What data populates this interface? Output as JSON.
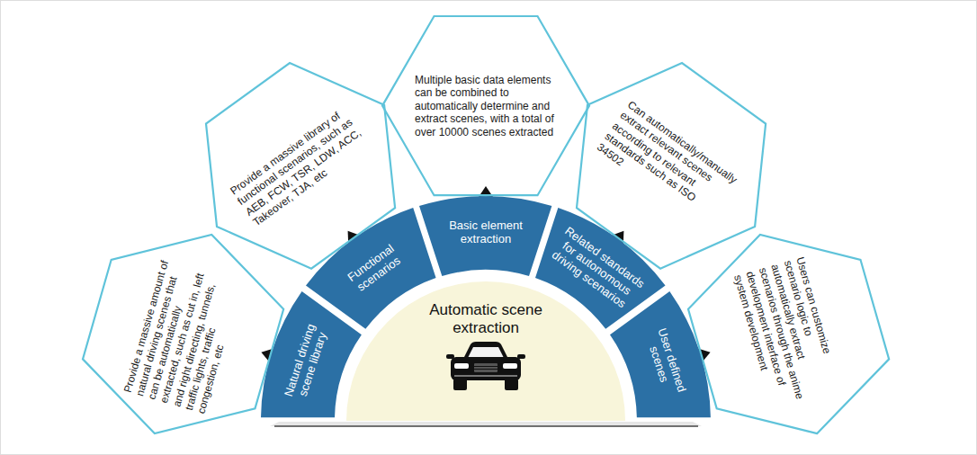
{
  "diagram": {
    "nodes": [
      {
        "text": [
          "Automatic scene extraction"
        ]
      },
      {
        "text": [
          "Natural driving scene library"
        ]
      },
      {
        "text": [
          "Functional scenarios"
        ]
      },
      {
        "text": [
          "Basic element extraction"
        ]
      },
      {
        "text": [
          "Related standards for autonomous driving scenarios"
        ]
      },
      {
        "text": [
          "User defined scenes"
        ]
      },
      {
        "text": [
          "Provide a massive amount of natural driving scenes that can be automatically extracted, such as cut in, left and right directing, tunnels, traffic lights, traffic congestion, etc"
        ]
      },
      {
        "text": [
          "Provide a massive library of functional scenarios, such as AEB, FCW, TSR, LDW, ACC, Takeover, TJA, etc"
        ]
      },
      {
        "text": [
          "Multiple basic data elements can be combined to automatically determine and extract scenes, with a total of over 10000 scenes extracted"
        ]
      },
      {
        "text": [
          "Can automatically/manually extract relevant scenes according to relevant standards such as ISO 34502"
        ]
      },
      {
        "text": [
          "Users can customize scenario logic to automatically extract scenarios through the anime development interface of system development"
        ]
      }
    ]
  }
}
